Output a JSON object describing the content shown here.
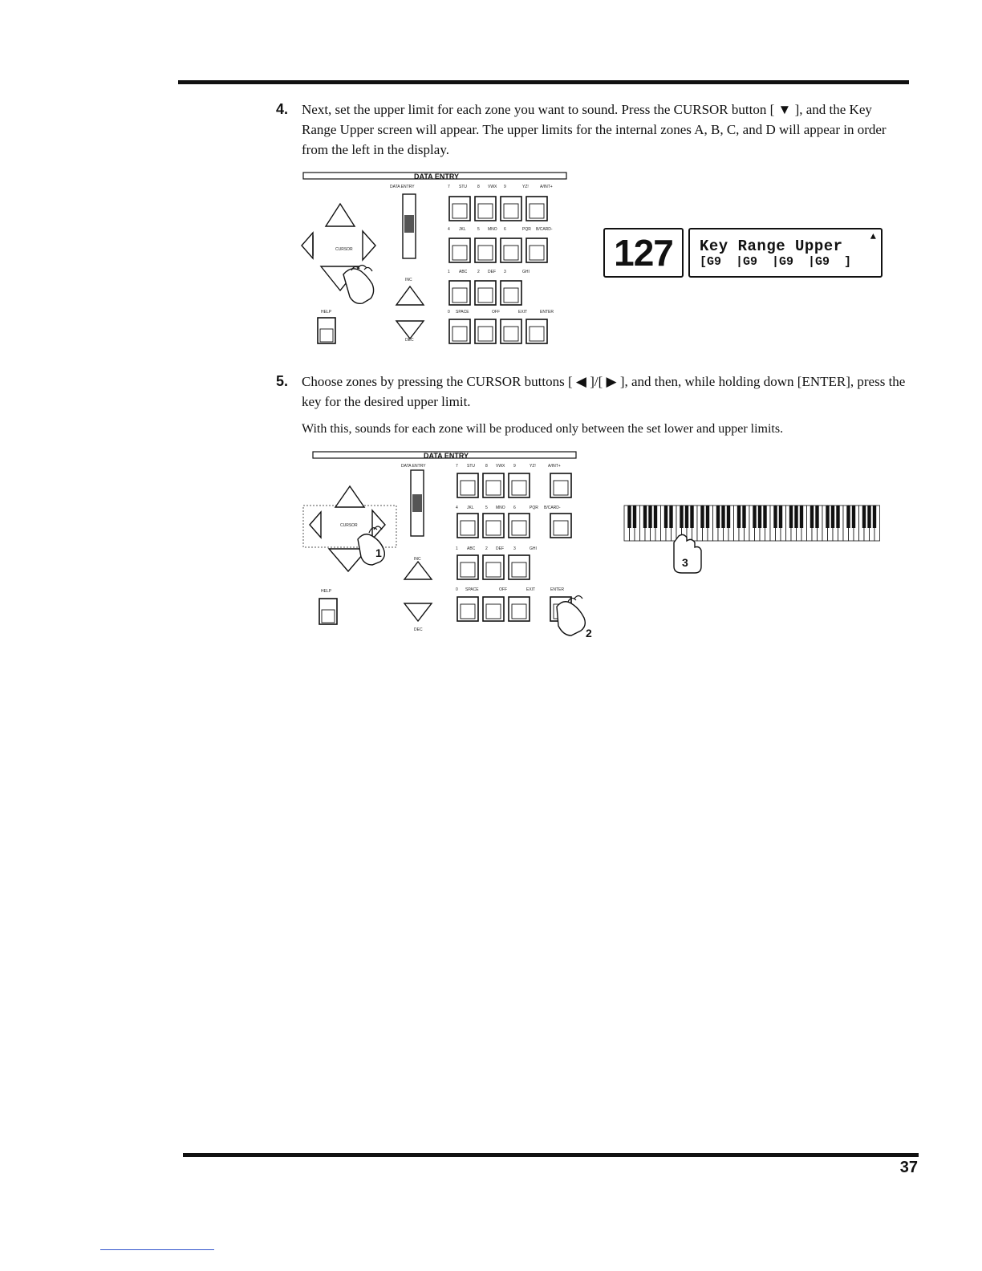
{
  "step4": {
    "number": "4.",
    "text": "Next, set the upper limit for each zone you want to sound. Press the CURSOR button [ ▼ ], and the Key Range Upper screen will appear. The upper limits for the internal zones A, B, C, and D will appear in order from the left in the display."
  },
  "step5": {
    "number": "5.",
    "text": "Choose zones by pressing the CURSOR buttons [ ◀ ]/[ ▶ ], and then, while holding down [ENTER], press the key for the desired upper limit.",
    "note": "With this, sounds for each zone will be produced only between the set lower and upper limits."
  },
  "panel": {
    "data_entry_label": "DATA ENTRY",
    "cursor_label": "CURSOR",
    "help_label": "HELP",
    "inc_label": "INC",
    "dec_label": "DEC",
    "slider_label": "DATA ENTRY",
    "row1_labels": [
      "7",
      "STU",
      "8",
      "VWX",
      "9",
      "YZ!",
      "A/INT+"
    ],
    "row2_labels": [
      "4",
      "JKL",
      "5",
      "MNO",
      "6",
      "PQR",
      "B/CARD-"
    ],
    "row3_labels": [
      "1",
      "ABC",
      "2",
      "DEF",
      "3",
      "GHI"
    ],
    "row4_labels": [
      "0",
      "SPACE",
      "OFF",
      "EXIT",
      "ENTER"
    ],
    "step_markers": [
      "1",
      "2",
      "3"
    ]
  },
  "display": {
    "value": "127",
    "line1": "Key Range Upper",
    "line2": "[G9  |G9  |G9  |G9  ]",
    "mark": "▲"
  },
  "page_number": "37"
}
